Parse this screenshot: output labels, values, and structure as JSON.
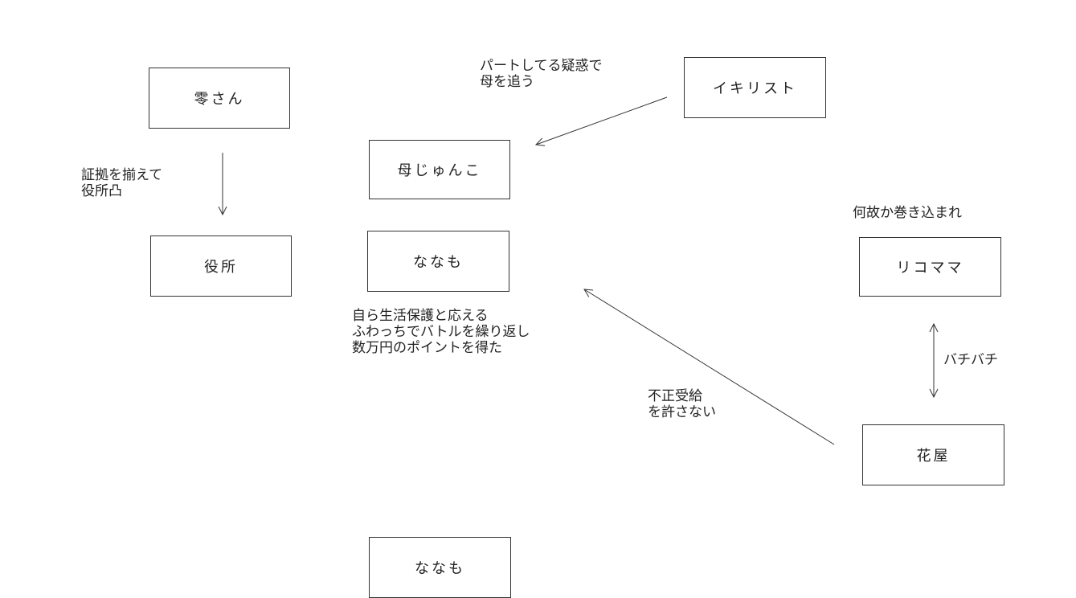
{
  "nodes": {
    "rei": "零さん",
    "yakusho": "役所",
    "haha": "母じゅんこ",
    "nanamo": "ななも",
    "ikirisuto": "イキリスト",
    "rikomama": "リコママ",
    "hanaya": "花屋",
    "nanamo2": "ななも"
  },
  "labels": {
    "rei_to_yakusho": [
      "証拠を揃えて",
      "役所凸"
    ],
    "ikirisuto_to_haha": [
      "パートしてる疑惑で",
      "母を追う"
    ],
    "rikomama_note": "何故か巻き込まれ",
    "nanamo_note": [
      "自ら生活保護と応える",
      "ふわっちでバトルを繰り返し",
      "数万円のポイントを得た"
    ],
    "rikomama_hanaya": "バチバチ",
    "hanaya_to_nanamo": [
      "不正受給",
      "を許さない"
    ]
  }
}
